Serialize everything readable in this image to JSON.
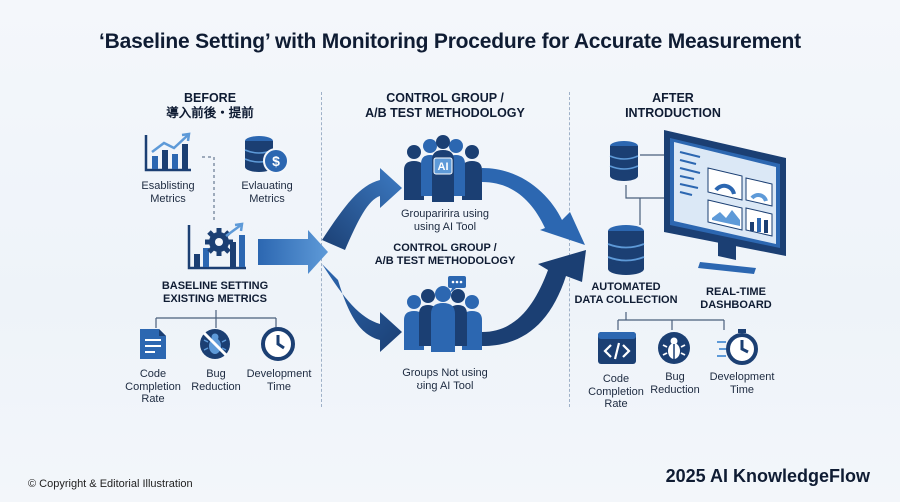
{
  "title": "‘Baseline Setting’ with Monitoring Procedure for Accurate Measurement",
  "before": {
    "heading_line1": "BEFORE",
    "heading_line2": "導入前後・提前",
    "establishing_line1": "Esablisting",
    "establishing_line2": "Metrics",
    "evaluating_line1": "Evlauating",
    "evaluating_line2": "Metrics",
    "baseline_line1": "BASELINE SETTING",
    "baseline_line2": "EXISTING METRICS",
    "metrics": [
      {
        "line1": "Code",
        "line2": "Completion",
        "line3": "Rate"
      },
      {
        "line1": "Bug",
        "line2": "Reduction",
        "line3": ""
      },
      {
        "line1": "Development",
        "line2": "Time",
        "line3": ""
      }
    ]
  },
  "control": {
    "heading_line1": "CONTROL GROUP /",
    "heading_line2": "A/B TEST METHODOLOGY",
    "ai_badge": "AI",
    "group_a_line1": "Grouparirira using",
    "group_a_line2": "using AI Tool",
    "mid_line1": "CONTROL GROUP /",
    "mid_line2": "A/B TEST METHODOLOGY",
    "group_b_line1": "Groups Not using",
    "group_b_line2": "ʊing AI Tool"
  },
  "after": {
    "heading_line1": "AFTER",
    "heading_line2": "INTRODUCTION",
    "collection_line1": "AUTOMATED",
    "collection_line2": "DATA COLLECTION",
    "dashboard_line1": "REAL-TIME",
    "dashboard_line2": "DASHBOARD",
    "metrics": [
      {
        "line1": "Code",
        "line2": "Completion",
        "line3": "Rate"
      },
      {
        "line1": "Bug",
        "line2": "Reduction",
        "line3": ""
      },
      {
        "line1": "Development",
        "line2": "Time",
        "line3": ""
      }
    ]
  },
  "footer": {
    "copyright": "© Copyright & Editorial Illustration",
    "brand": "2025 AI KnowledgeFlow"
  },
  "colors": {
    "navy": "#1b3f73",
    "blue": "#2c67b1",
    "light_blue": "#5e9ad8",
    "dark": "#0f1c33"
  }
}
